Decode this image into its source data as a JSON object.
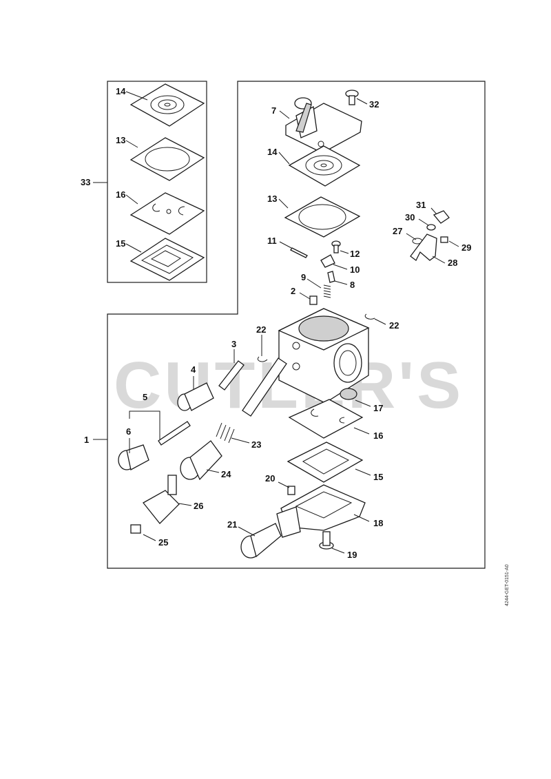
{
  "watermark": "CUTLER'S",
  "doc_id": "4244-GET-0151-A0",
  "labels": {
    "l1": "1",
    "l2": "2",
    "l3": "3",
    "l4": "4",
    "l5": "5",
    "l6": "6",
    "l7": "7",
    "l8": "8",
    "l9": "9",
    "l10": "10",
    "l11": "11",
    "l12": "12",
    "l13a": "13",
    "l13b": "13",
    "l14a": "14",
    "l14b": "14",
    "l15a": "15",
    "l15b": "15",
    "l16a": "16",
    "l16b": "16",
    "l17": "17",
    "l18": "18",
    "l19": "19",
    "l20": "20",
    "l21": "21",
    "l22a": "22",
    "l22b": "22",
    "l23": "23",
    "l24": "24",
    "l25": "25",
    "l26": "26",
    "l27": "27",
    "l28": "28",
    "l29": "29",
    "l30": "30",
    "l31": "31",
    "l32": "32",
    "l33": "33"
  }
}
